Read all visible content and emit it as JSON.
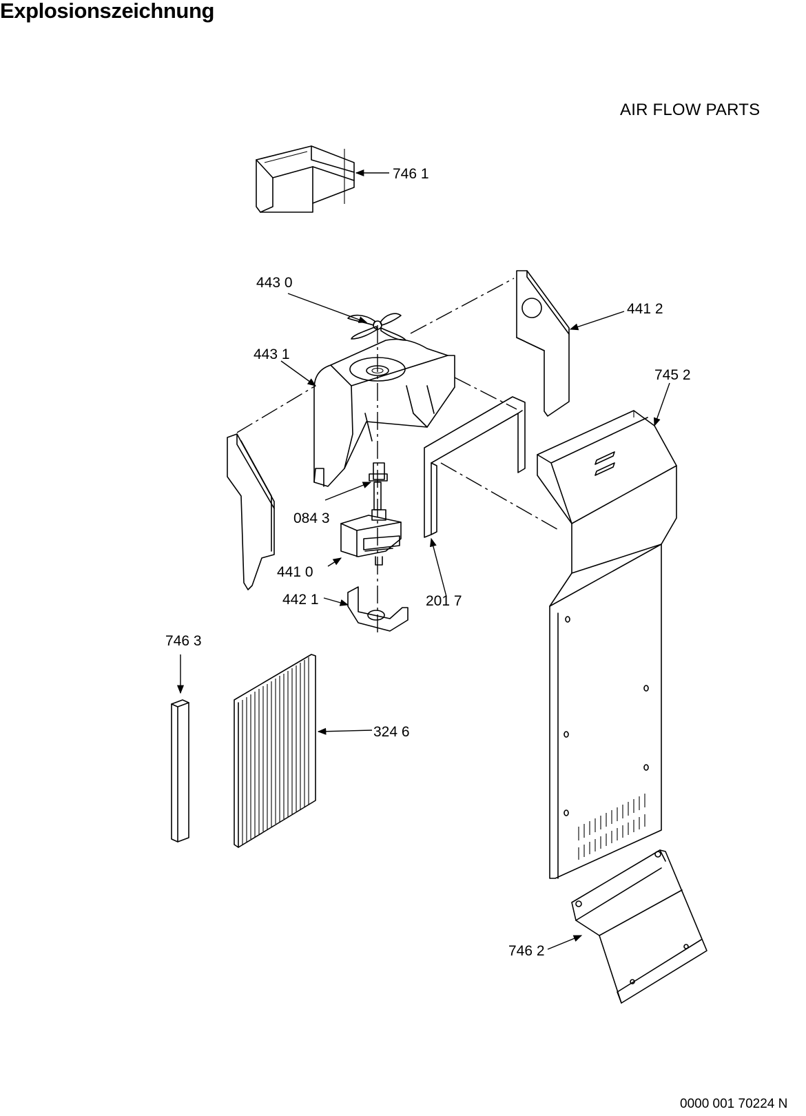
{
  "header": {
    "title": "Explosionszeichnung",
    "section": "AIR FLOW PARTS"
  },
  "footer": {
    "drawing_number": "0000 001 70224 N"
  },
  "parts": {
    "p7461": "746 1",
    "p4430": "443 0",
    "p4412": "441 2",
    "p4431": "443 1",
    "p7452": "745 2",
    "p0843": "084 3",
    "p4410": "441 0",
    "p4421": "442 1",
    "p2017": "201 7",
    "p7463": "746 3",
    "p3246": "324 6",
    "p7462": "746 2"
  }
}
